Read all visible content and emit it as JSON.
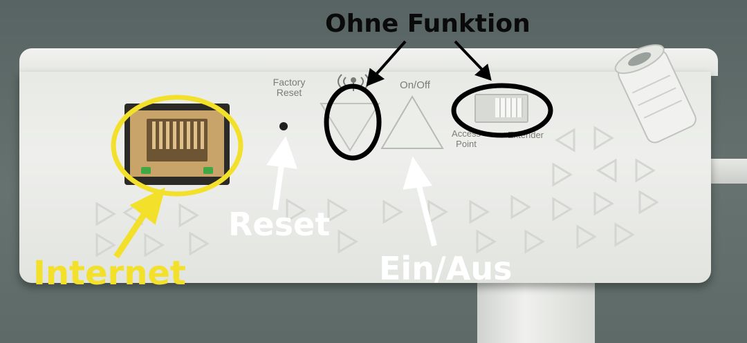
{
  "annotations": {
    "ohne_funktion": "Ohne Funktion",
    "reset": "Reset",
    "internet": "Internet",
    "ein_aus": "Ein/Aus"
  },
  "device_labels": {
    "factory_reset": "Factory\nReset",
    "on_off": "On/Off",
    "access_point": "Access\nPoint",
    "extender": "Extender"
  },
  "colors": {
    "internet_highlight": "#f3e02a",
    "reset_arrow": "#ffffff",
    "ohne_funktion": "#000000"
  },
  "icons": {
    "wps": "wps-signal-icon"
  }
}
